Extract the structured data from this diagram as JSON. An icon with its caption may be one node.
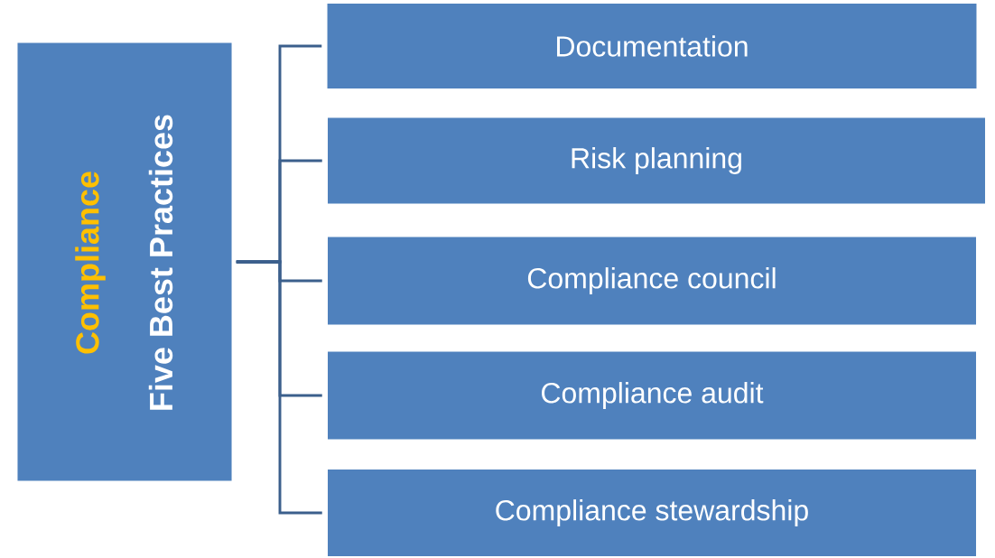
{
  "diagram": {
    "nodes": [
      {
        "text": [
          "Compliance",
          "Five Best Practices"
        ]
      },
      {
        "text": [
          "Documentation"
        ]
      },
      {
        "text": [
          "Risk planning"
        ]
      },
      {
        "text": [
          "Compliance council"
        ]
      },
      {
        "text": [
          "Compliance audit"
        ]
      },
      {
        "text": [
          "Compliance stewardship"
        ]
      }
    ],
    "edges": [
      {
        "from": 0,
        "to": 1,
        "arrow": "none"
      },
      {
        "from": 0,
        "to": 2,
        "arrow": "none"
      },
      {
        "from": 0,
        "to": 3,
        "arrow": "none"
      },
      {
        "from": 0,
        "to": 4,
        "arrow": "none"
      },
      {
        "from": 0,
        "to": 5,
        "arrow": "none"
      }
    ]
  }
}
